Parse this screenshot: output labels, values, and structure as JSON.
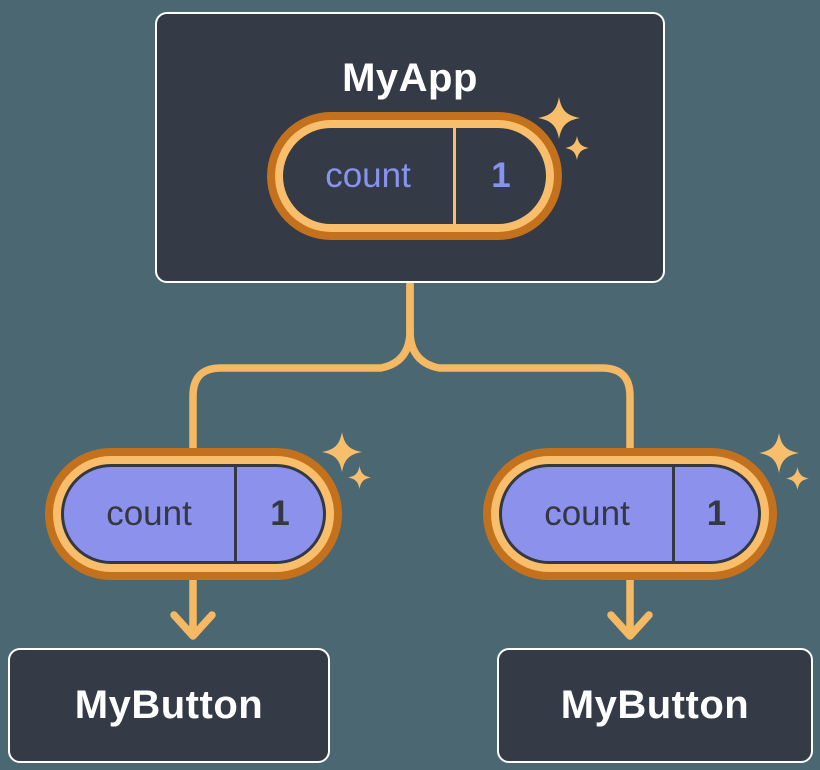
{
  "palette": {
    "background": "#4B6872",
    "node_fill": "#343B47",
    "node_border": "#FFFFFF",
    "pill_ring_outer": "#C4711D",
    "pill_ring_inner": "#F9BE6B",
    "pill_fill_state": "#343B47",
    "pill_fill_props": "#8C92EC",
    "pill_text_state": "#8893F0",
    "pill_text_props": "#333842",
    "connector": "#F5B964",
    "title_text": "#FFFFFF"
  },
  "diagram": {
    "root": {
      "title": "MyApp",
      "state": {
        "name": "count",
        "value": "1"
      }
    },
    "children": [
      {
        "title": "MyButton",
        "prop": {
          "name": "count",
          "value": "1"
        }
      },
      {
        "title": "MyButton",
        "prop": {
          "name": "count",
          "value": "1"
        }
      }
    ]
  }
}
